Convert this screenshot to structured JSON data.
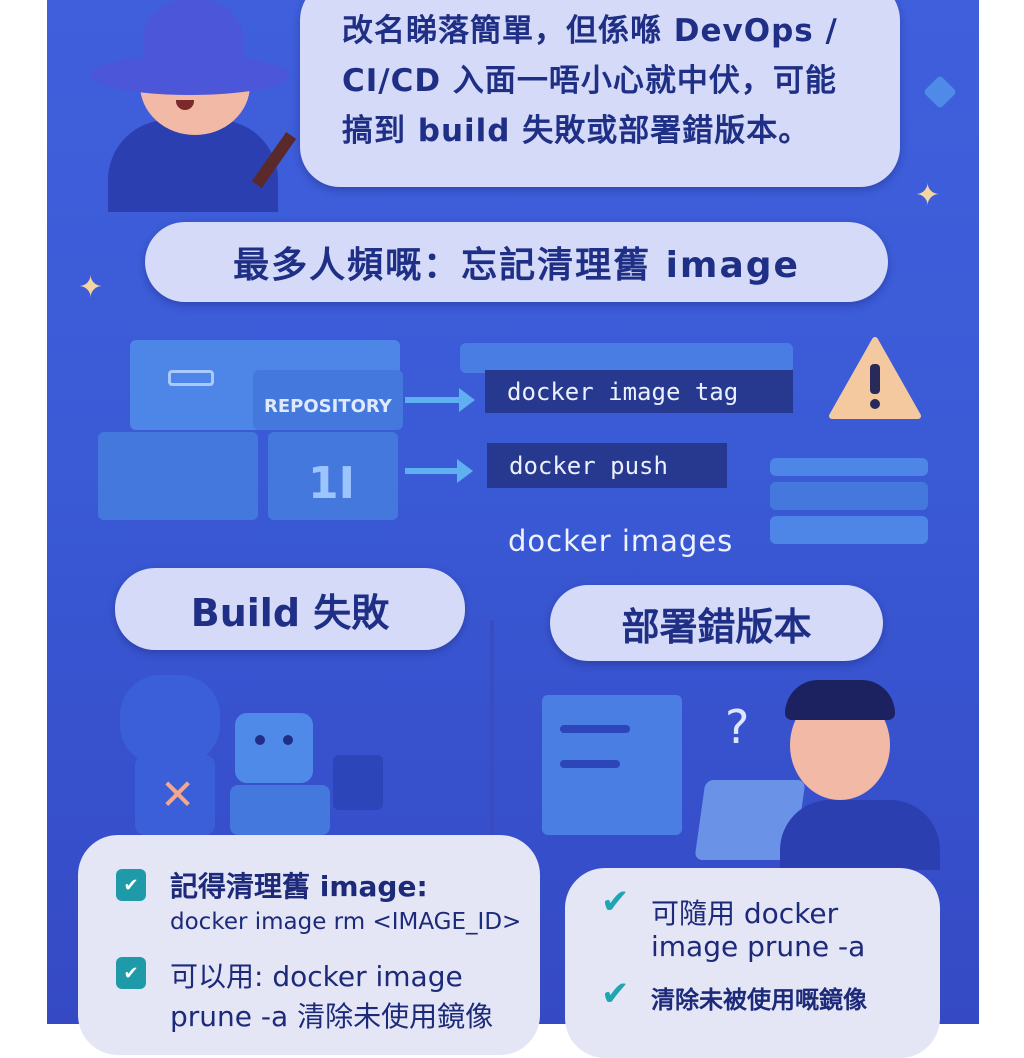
{
  "speech_bubble": {
    "lines": [
      "改名睇落簡單，但係喺 DevOps /",
      "CI/CD 入面一唔小心就中伏，可能",
      "搞到 build 失敗或部署錯版本。"
    ]
  },
  "headline": "最多人頻嘅：忘記清理舊 image",
  "diagram": {
    "repository_label": "REPOSITORY",
    "commands": [
      "docker image tag",
      "docker push"
    ],
    "docker_images_label": "docker images",
    "warning_icon": "warning-triangle-icon"
  },
  "sections": {
    "left_title": "Build 失敗",
    "right_title": "部署錯版本"
  },
  "left_card": {
    "items": [
      {
        "icon": "check-badge-icon",
        "lines": [
          "記得清理舊 image:",
          "docker image rm <IMAGE_ID>"
        ]
      },
      {
        "icon": "check-badge-icon",
        "lines": [
          "可以用: docker image",
          "prune -a 清除未使用鏡像"
        ]
      }
    ]
  },
  "right_card": {
    "items": [
      {
        "icon": "checkmark-icon",
        "lines": [
          "可隨用 docker",
          "image prune -a"
        ]
      },
      {
        "icon": "checkmark-icon",
        "lines": [
          "清除未被使用嘅鏡像"
        ]
      }
    ]
  },
  "colors": {
    "background": "#3a5ad6",
    "bubble": "#d4daf8",
    "text": "#1f2f86",
    "command_box": "#26398f",
    "check": "#1f9aa8",
    "warning": "#f5c9a0"
  }
}
